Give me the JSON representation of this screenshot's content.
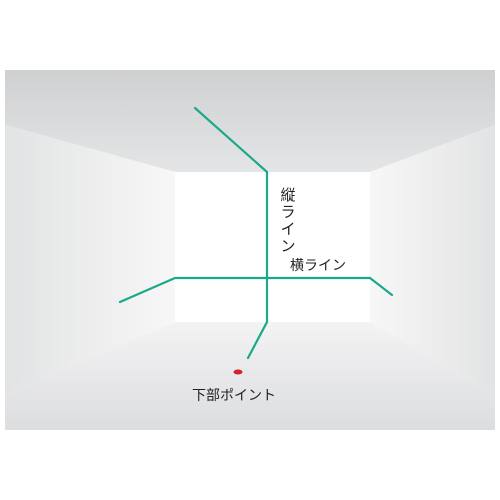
{
  "labels": {
    "vertical_line": "縦ライン",
    "horizontal_line": "横ライン",
    "bottom_point": "下部ポイント"
  },
  "colors": {
    "laser_line": "#1aa98a",
    "laser_point": "#d4202a",
    "back_wall": "#ffffff",
    "ceiling": "#d7d8d9",
    "floor": "#e6e7e8",
    "side_walls": "#ececed"
  }
}
